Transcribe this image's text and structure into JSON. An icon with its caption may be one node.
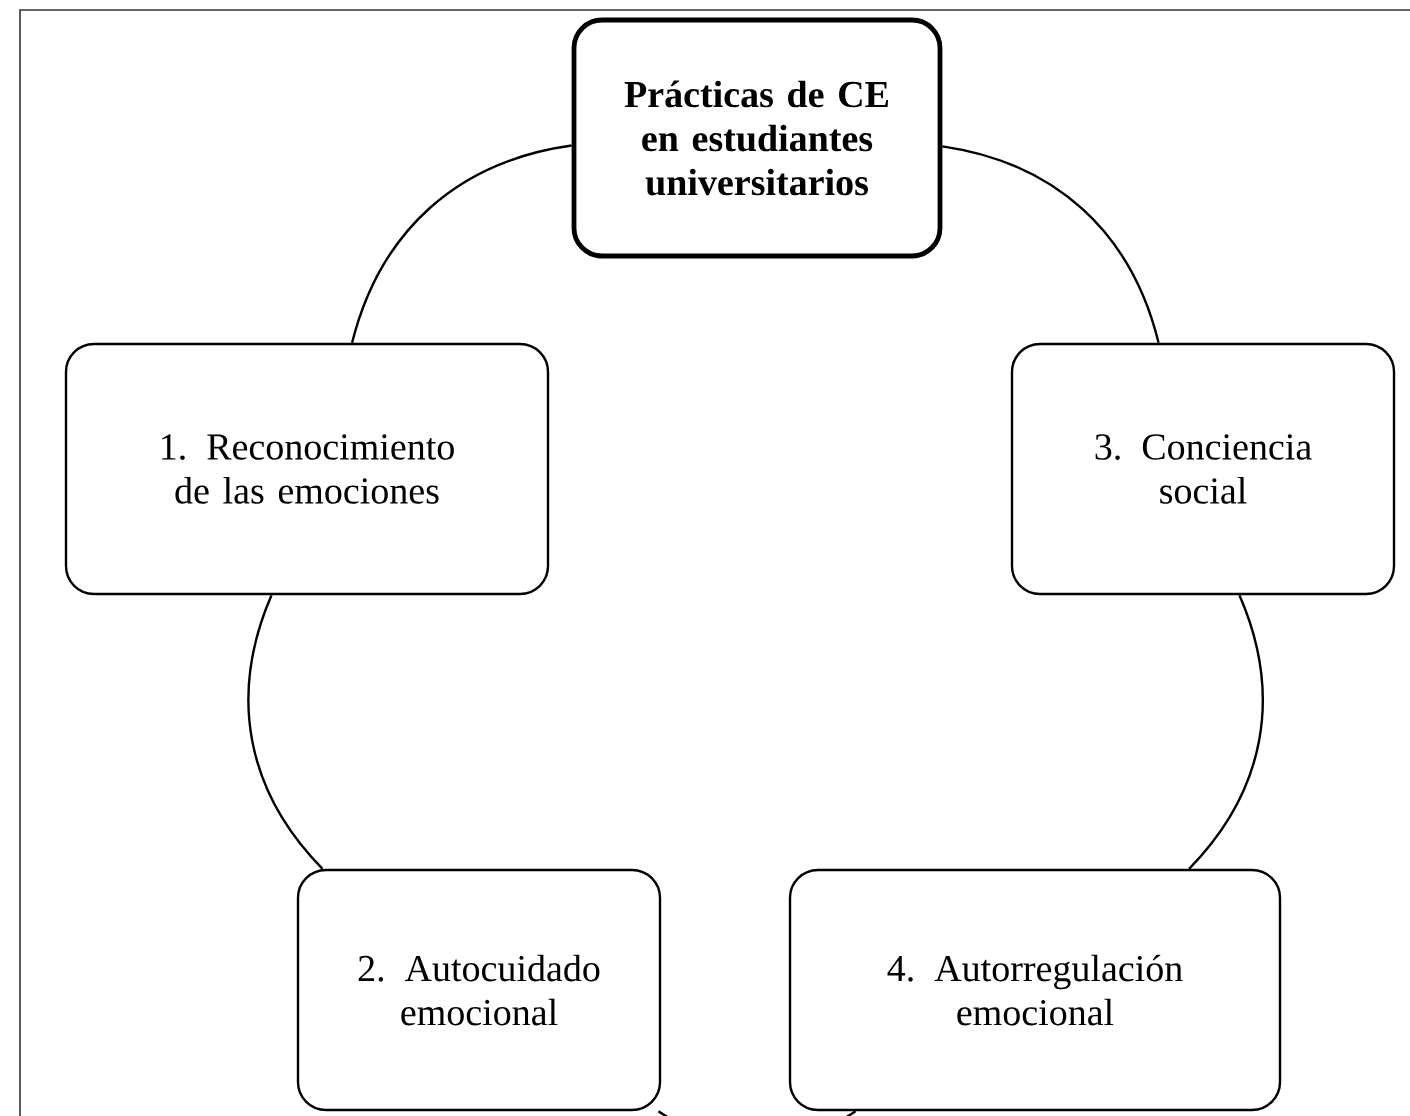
{
  "diagram": {
    "nodes": [
      {
        "text": [
          "Prácticas de CE en estudiantes universitarios"
        ]
      },
      {
        "text": [
          "1. Reconocimiento de las emociones"
        ]
      },
      {
        "text": [
          "3. Conciencia social"
        ]
      },
      {
        "text": [
          "2. Autocuidado emocional"
        ]
      },
      {
        "text": [
          "4. Autorregulación emocional"
        ]
      }
    ],
    "edges": [
      {
        "from": 0,
        "to": 2,
        "arrow": "none"
      },
      {
        "from": 2,
        "to": 4,
        "arrow": "none"
      },
      {
        "from": 4,
        "to": 3,
        "arrow": "none"
      },
      {
        "from": 3,
        "to": 1,
        "arrow": "none"
      },
      {
        "from": 1,
        "to": 0,
        "arrow": "none"
      }
    ]
  }
}
